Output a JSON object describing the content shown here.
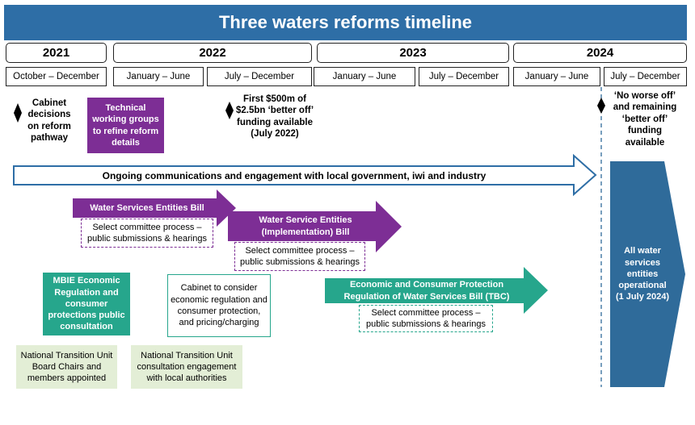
{
  "title": "Three waters reforms timeline",
  "years": [
    "2021",
    "2022",
    "2023",
    "2024"
  ],
  "periods": [
    "October – December",
    "January – June",
    "July – December",
    "January – June",
    "July – December",
    "January – June",
    "July – December"
  ],
  "milestones": {
    "cabinet_decisions": "Cabinet decisions on reform pathway",
    "first_500m": "First $500m of $2.5bn ‘better off’ funding available (July 2022)",
    "no_worse_off": "‘No worse off’ and remaining ‘better off’ funding available"
  },
  "technical_groups": "Technical working groups to refine reform details",
  "ongoing_comms": "Ongoing communications and engagement with local government, iwi and industry",
  "bills": {
    "wse_bill": "Water Services Entities Bill",
    "wse_bill_process": "Select committee process – public submissions & hearings",
    "wse_impl_bill": "Water Service Entities (Implementation) Bill",
    "wse_impl_process": "Select committee process – public submissions & hearings",
    "ecp_bill": "Economic  and Consumer Protection Regulation of Water Services Bill (TBC)",
    "ecp_process": "Select committee process – public submissions & hearings"
  },
  "mbie": "MBIE Economic Regulation and consumer protections public consultation",
  "cabinet_consider": "Cabinet to consider economic regulation and consumer protection, and pricing/charging",
  "ntu_board": "National Transition Unit Board Chairs and members appointed",
  "ntu_consult": "National Transition Unit consultation engagement with local authorities",
  "operational": "All water services entities operational (1 July 2024)",
  "colors": {
    "banner": "#2e6ea6",
    "purple": "#7d2e95",
    "green": "#26a68c",
    "navy": "#2f6b9a",
    "light_green": "#e3eed6"
  }
}
